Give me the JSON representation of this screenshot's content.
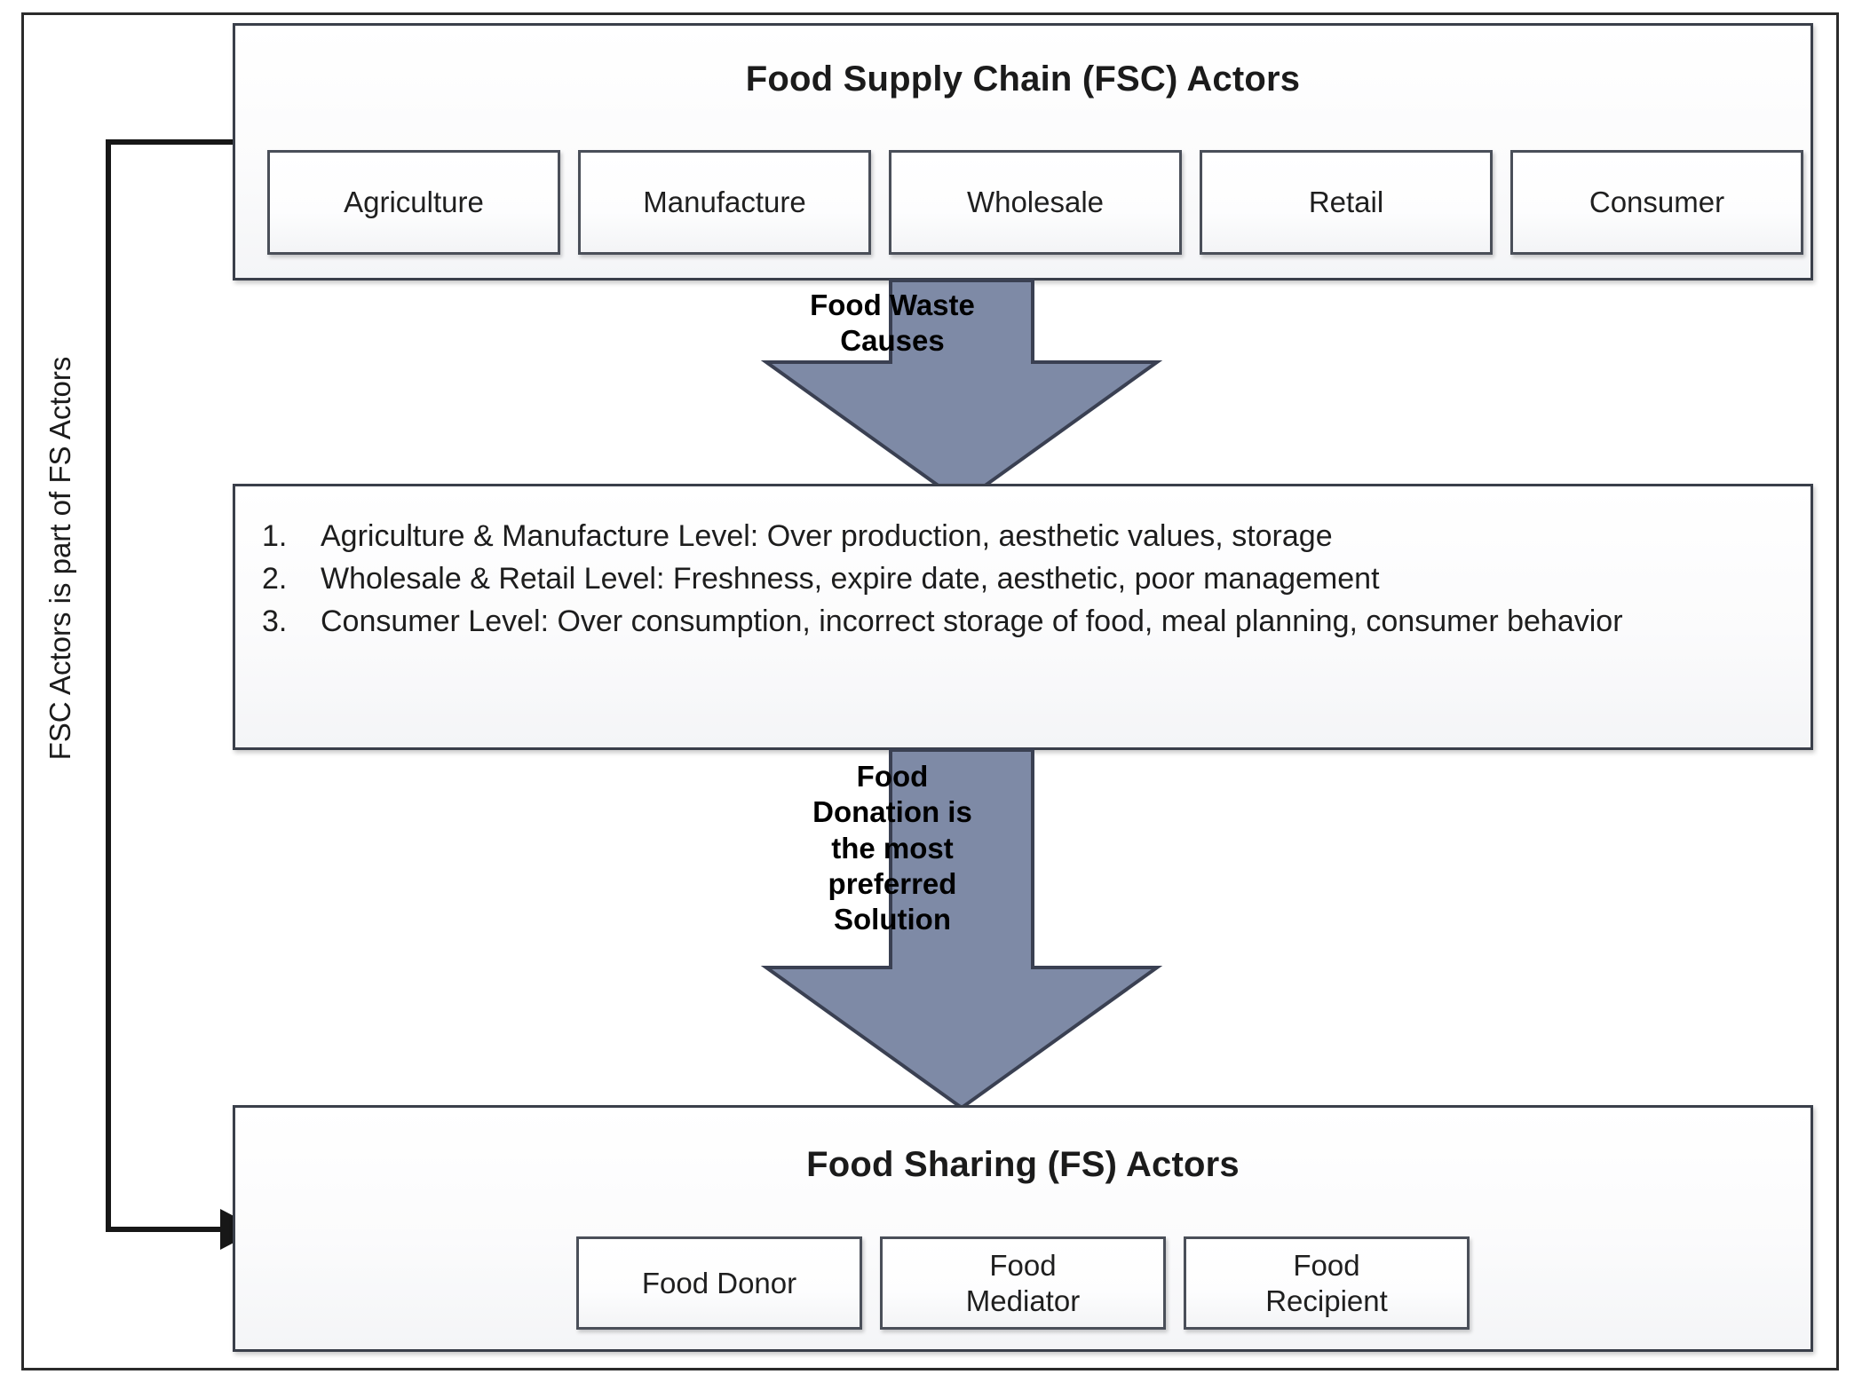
{
  "diagram": {
    "side_label": "FSC Actors is part of FS Actors",
    "fsc_panel": {
      "title": "Food Supply Chain (FSC) Actors",
      "actors": [
        {
          "label": "Agriculture"
        },
        {
          "label": "Manufacture"
        },
        {
          "label": "Wholesale"
        },
        {
          "label": "Retail"
        },
        {
          "label": "Consumer"
        }
      ]
    },
    "arrow_causes": {
      "label_lines": [
        "Food Waste",
        "Causes"
      ],
      "fill_color": "#7e8aa6",
      "stroke_color": "#3a4052"
    },
    "causes_panel": {
      "items": [
        {
          "number": "1.",
          "text": "Agriculture & Manufacture Level: Over production, aesthetic values, storage"
        },
        {
          "number": "2.",
          "text": "Wholesale & Retail Level: Freshness, expire date, aesthetic, poor management"
        },
        {
          "number": "3.",
          "text": "Consumer Level: Over consumption, incorrect storage of food, meal planning, consumer behavior"
        }
      ]
    },
    "arrow_solution": {
      "label_lines": [
        "Food",
        "Donation is",
        "the most",
        "preferred",
        "Solution"
      ],
      "fill_color": "#7e8aa6",
      "stroke_color": "#3a4052"
    },
    "fs_panel": {
      "title": "Food Sharing (FS) Actors",
      "actors": [
        {
          "label": "Food Donor"
        },
        {
          "label": "Food\nMediator"
        },
        {
          "label": "Food\nRecipient"
        }
      ]
    },
    "connector": {
      "name": "fsc-to-fs-feedback-arrow",
      "color": "#171717"
    }
  }
}
